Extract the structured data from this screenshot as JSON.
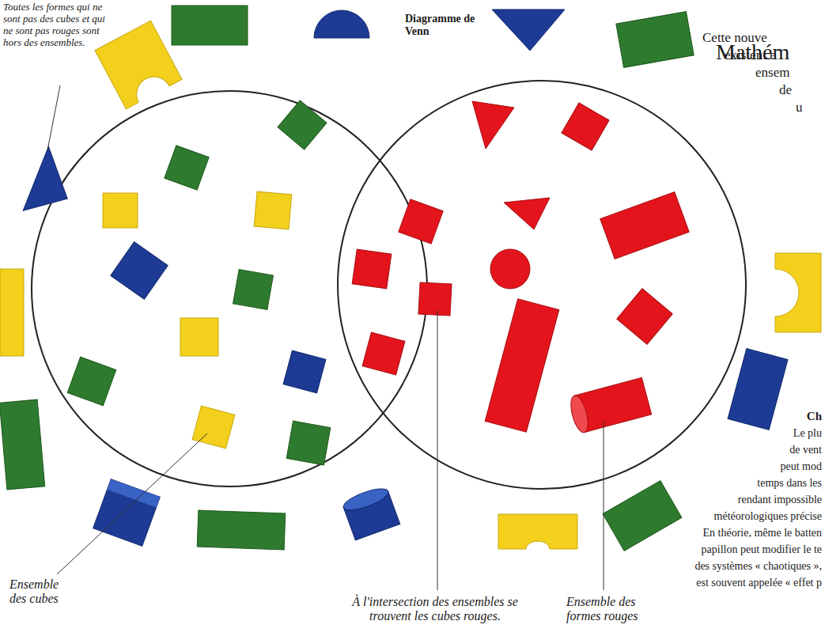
{
  "diagram": {
    "labels": [
      "Toutes les formes qui ne sont pas des cubes et qui ne sont pas rouges sont hors des ensembles.",
      "Diagramme de Venn",
      "Mathém",
      "Cette nouve",
      "existent e",
      "ensem",
      "de",
      "u",
      "Ch",
      "Le plu",
      "de vent",
      "peut mod",
      "temps dans les",
      "rendant impossible",
      "météorologiques précise",
      "En théorie, même le batten",
      "papillon peut modifier le te",
      "des systèmes « chaotiques »,",
      "est souvent appelée « effet p",
      "Ensemble des cubes",
      "À l'intersection des ensembles se trouvent les cubes rouges.",
      "Ensemble des formes rouges"
    ]
  }
}
